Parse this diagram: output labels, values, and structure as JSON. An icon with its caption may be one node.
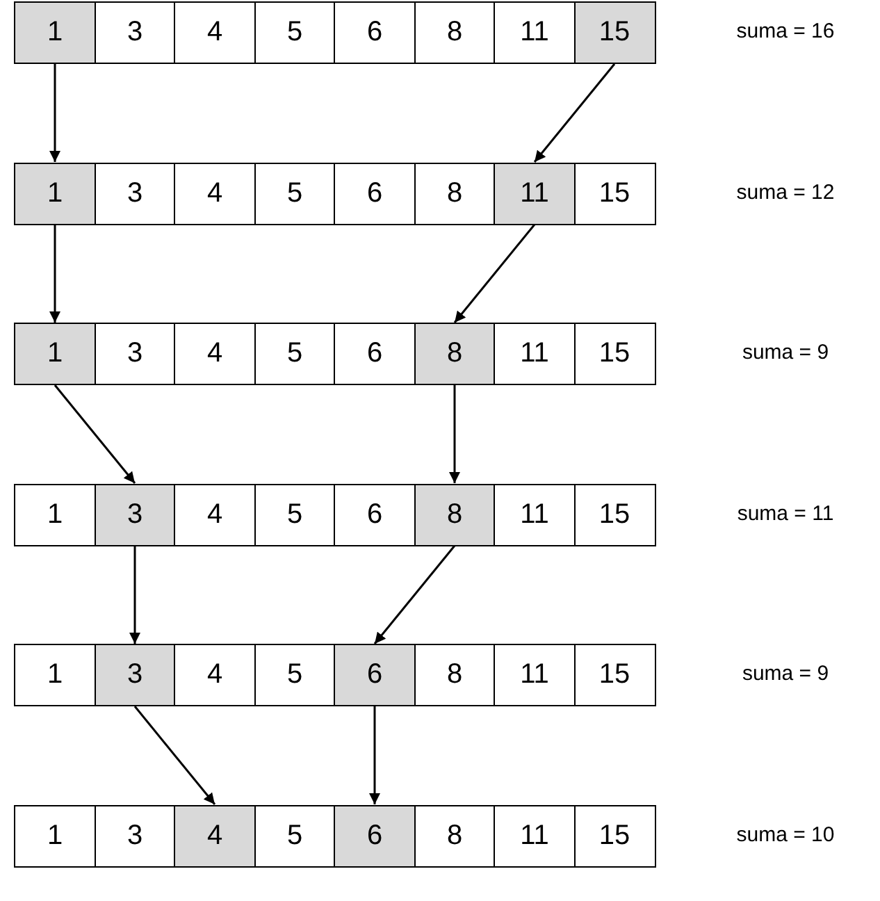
{
  "diagram": {
    "nodes": [
      {
        "text": [
          "1"
        ]
      },
      {
        "text": [
          "3"
        ]
      },
      {
        "text": [
          "4"
        ]
      },
      {
        "text": [
          "5"
        ]
      },
      {
        "text": [
          "6"
        ]
      },
      {
        "text": [
          "8"
        ]
      },
      {
        "text": [
          "11"
        ]
      },
      {
        "text": [
          "15"
        ]
      },
      {
        "text": [
          "1"
        ]
      },
      {
        "text": [
          "3"
        ]
      },
      {
        "text": [
          "4"
        ]
      },
      {
        "text": [
          "5"
        ]
      },
      {
        "text": [
          "6"
        ]
      },
      {
        "text": [
          "8"
        ]
      },
      {
        "text": [
          "11"
        ]
      },
      {
        "text": [
          "15"
        ]
      },
      {
        "text": [
          "1"
        ]
      },
      {
        "text": [
          "3"
        ]
      },
      {
        "text": [
          "4"
        ]
      },
      {
        "text": [
          "5"
        ]
      },
      {
        "text": [
          "6"
        ]
      },
      {
        "text": [
          "8"
        ]
      },
      {
        "text": [
          "11"
        ]
      },
      {
        "text": [
          "15"
        ]
      },
      {
        "text": [
          "1"
        ]
      },
      {
        "text": [
          "3"
        ]
      },
      {
        "text": [
          "4"
        ]
      },
      {
        "text": [
          "5"
        ]
      },
      {
        "text": [
          "6"
        ]
      },
      {
        "text": [
          "8"
        ]
      },
      {
        "text": [
          "11"
        ]
      },
      {
        "text": [
          "15"
        ]
      },
      {
        "text": [
          "1"
        ]
      },
      {
        "text": [
          "3"
        ]
      },
      {
        "text": [
          "4"
        ]
      },
      {
        "text": [
          "5"
        ]
      },
      {
        "text": [
          "6"
        ]
      },
      {
        "text": [
          "8"
        ]
      },
      {
        "text": [
          "11"
        ]
      },
      {
        "text": [
          "15"
        ]
      },
      {
        "text": [
          "1"
        ]
      },
      {
        "text": [
          "3"
        ]
      },
      {
        "text": [
          "4"
        ]
      },
      {
        "text": [
          "5"
        ]
      },
      {
        "text": [
          "6"
        ]
      },
      {
        "text": [
          "8"
        ]
      },
      {
        "text": [
          "11"
        ]
      },
      {
        "text": [
          "15"
        ]
      }
    ],
    "edges": [
      {
        "from": 0,
        "to": 8,
        "arrow": "to"
      },
      {
        "from": 7,
        "to": 14,
        "arrow": "to"
      },
      {
        "from": 8,
        "to": 16,
        "arrow": "to"
      },
      {
        "from": 14,
        "to": 21,
        "arrow": "to"
      },
      {
        "from": 16,
        "to": 25,
        "arrow": "to"
      },
      {
        "from": 21,
        "to": 29,
        "arrow": "to"
      },
      {
        "from": 25,
        "to": 33,
        "arrow": "to"
      },
      {
        "from": 29,
        "to": 36,
        "arrow": "to"
      },
      {
        "from": 33,
        "to": 42,
        "arrow": "to"
      },
      {
        "from": 36,
        "to": 44,
        "arrow": "to"
      }
    ],
    "labels": [
      "suma = 16",
      "suma = 12",
      "suma = 9",
      "suma = 11",
      "suma = 9",
      "suma = 10"
    ]
  }
}
